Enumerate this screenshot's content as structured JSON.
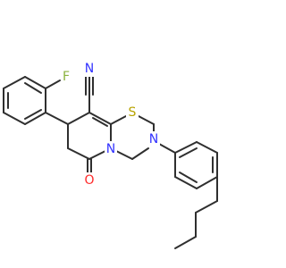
{
  "molecule": {
    "atoms": {
      "nitrile_n": {
        "symbol": "N",
        "color": "#3333ff"
      },
      "fluorine": {
        "symbol": "F",
        "color": "#8ab23d"
      },
      "sulfur": {
        "symbol": "S",
        "color": "#b8a300"
      },
      "ring_n_bridge": {
        "symbol": "N",
        "color": "#3333ff"
      },
      "ring_n_aryl": {
        "symbol": "N",
        "color": "#3333ff"
      },
      "carbonyl_o": {
        "symbol": "O",
        "color": "#ff2a2a"
      }
    }
  }
}
